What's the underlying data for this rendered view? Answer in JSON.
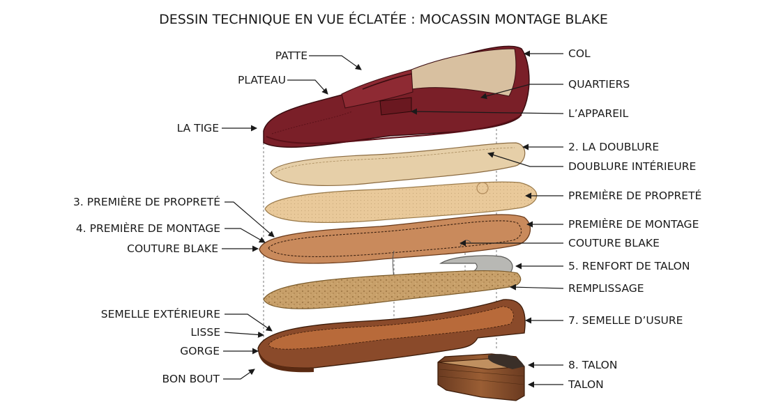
{
  "title": "DESSIN TECHNIQUE EN VUE ÉCLATÉE : MOCASSIN MONTAGE BLAKE",
  "labels_left": {
    "patte": "PATTE",
    "plateau": "PLATEAU",
    "la_tige": "LA TIGE",
    "premiere_proprete": "3. PREMIÈRE DE PROPRETÉ",
    "premiere_montage": "4. PREMIÈRE DE MONTAGE",
    "couture_blake": "COUTURE BLAKE",
    "semelle_exterieure": "SEMELLE EXTÉRIEURE",
    "lisse": "LISSE",
    "gorge": "GORGE",
    "bon_bout": "BON BOUT"
  },
  "labels_right": {
    "col": "COL",
    "quartiers": "QUARTIERS",
    "appareil": "L’APPAREIL",
    "la_doublure": "2. LA DOUBLURE",
    "doublure_interieure": "DOUBLURE INTÉRIEURE",
    "premiere_proprete": "PREMIÈRE DE PROPRETÉ",
    "premiere_montage": "PREMIÈRE DE MONTAGE",
    "couture_blake": "COUTURE BLAKE",
    "renfort_talon": "5. RENFORT DE TALON",
    "remplissage": "REMPLISSAGE",
    "semelle_usure": "7. SEMELLE D’USURE",
    "talon_8": "8. TALON",
    "talon": "TALON"
  },
  "colors": {
    "upper_leather": "#7a1f28",
    "lining": "#e6cfa8",
    "sock_liner": "#e9c99a",
    "insole": "#c98a5c",
    "heel_counter": "#b8b8b4",
    "cork_filler": "#c8a06a",
    "outsole": "#8a4a2a",
    "heel_top": "#3a2f28",
    "heel_stack": "#7a4a2a"
  }
}
